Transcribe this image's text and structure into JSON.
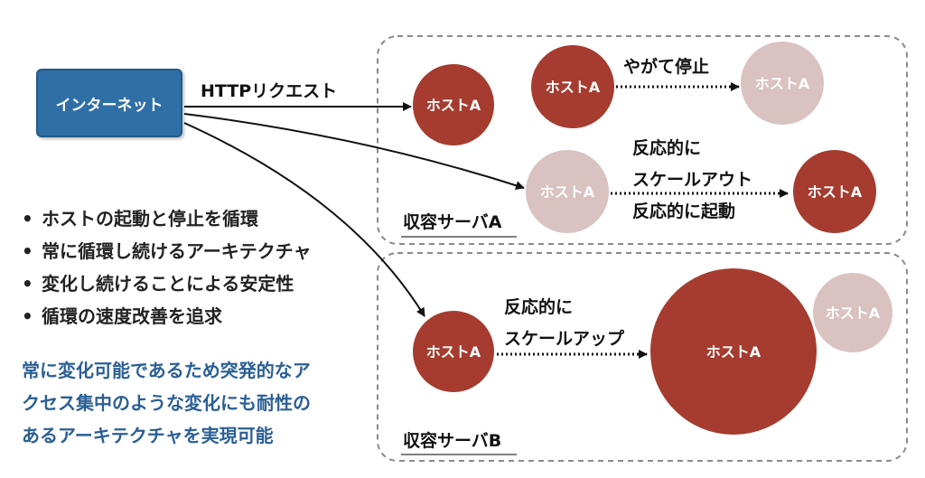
{
  "internet_label": "インターネット",
  "http_request_label": "HTTPリクエスト",
  "hosts": {
    "label": "ホストA"
  },
  "server_a": {
    "label": "収容サーバA",
    "stop_label": "やがて停止",
    "scale_out_lines": [
      "反応的に",
      "スケールアウト",
      "反応的に起動"
    ]
  },
  "server_b": {
    "label": "収容サーバB",
    "scale_up_lines": [
      "反応的に",
      "スケールアップ"
    ]
  },
  "bullets": [
    "ホストの起動と停止を循環",
    "常に循環し続けるアーキテクチャ",
    "変化し続けることによる安定性",
    "循環の速度改善を追求"
  ],
  "summary_lines": [
    "常に変化可能であるため突発的なア",
    "クセス集中のような変化にも耐性の",
    "あるアーキテクチャを実現可能"
  ],
  "colors": {
    "host_active": "#a53c2f",
    "host_inactive": "#d9c2c0",
    "internet_box": "#2f6fa5",
    "summary_text": "#2b5f95"
  }
}
